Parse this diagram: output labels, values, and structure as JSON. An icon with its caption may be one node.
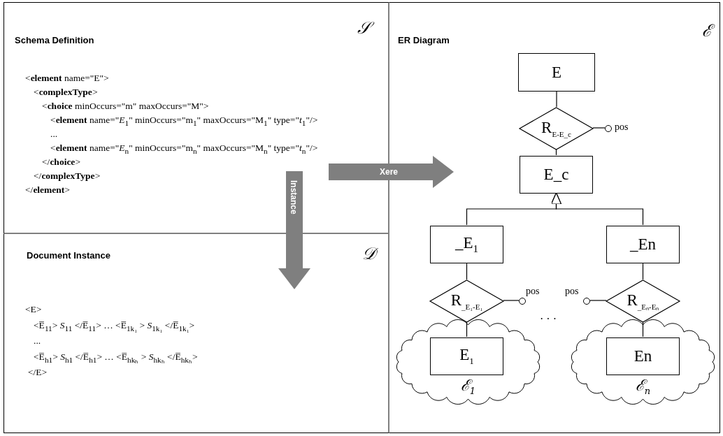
{
  "diagram": {
    "nodes": [
      {
        "text": [
          "Schema Definition",
          "𝒮",
          "<**element** name=\"E\">",
          "<**complexType**>",
          "<**choice** minOccurs=\"m\" maxOccurs=\"M\">",
          "<**element** name=\"*E*$_{1}$\" minOccurs=\"m$_{1}$\" maxOccurs=\"M$_{1}$\" type=\"*t*$_{1}$\"/>",
          "...",
          "<**element** name=\"*E*$_{n}$\" minOccurs=\"m$_{n}$\" maxOccurs=\"M$_{n}$\" type=\"*t*$_{n}$\"/>",
          "</**choice**>",
          "</**complexType**>",
          "</**element**>"
        ]
      },
      {
        "text": [
          "Document Instance",
          "𝒟",
          "<E>",
          "<E̅$_{11}$> *S*$_{11}$ </E̅$_{11}$> … <E̅$_{1k₁}$ > *S*$_{1k₁}$ </E̅$_{1k₁}$>",
          "...",
          "<E̅$_{h1}$> *S*$_{h1}$ </E̅$_{h1}$> … <E̅$_{hkₕ}$ > *S*$_{hkₕ}$ </E̅$_{hkₕ}$>",
          "</E>"
        ]
      },
      {
        "text": [
          "ER Diagram",
          "ℰ"
        ]
      },
      {
        "text": [
          "E"
        ],
        "in": 2
      },
      {
        "text": [
          "R$_{E-E_c}$"
        ],
        "in": 2
      },
      {
        "text": [],
        "shape": "circle",
        "beside": [
          "pos"
        ],
        "in": 2
      },
      {
        "text": [
          "E_c"
        ],
        "in": 2
      },
      {
        "text": [
          "_E$_{1}$"
        ],
        "in": 2
      },
      {
        "text": [
          "R$_{_E₁-E₁}$"
        ],
        "in": 2
      },
      {
        "text": [],
        "shape": "circle",
        "beside": [
          "pos"
        ],
        "in": 2
      },
      {
        "text": [
          "ℰ$_{1}$"
        ],
        "in": 2
      },
      {
        "text": [
          "E$_{1}$"
        ],
        "in": 10
      },
      {
        "text": [
          "_En"
        ],
        "in": 2
      },
      {
        "text": [
          "R$_{_Eₙ-Eₙ}$"
        ],
        "in": 2
      },
      {
        "text": [],
        "shape": "circle",
        "beside": [
          "pos"
        ],
        "in": 2
      },
      {
        "text": [
          "ℰ$_{n}$"
        ],
        "in": 2
      },
      {
        "text": [
          "En"
        ],
        "in": 15
      }
    ],
    "edges": [
      {
        "from": 0,
        "to": 2,
        "arrow": "to",
        "label": "Xere",
        "style": "thick",
        "color": "#7f7f7f"
      },
      {
        "from": 0,
        "to": 1,
        "arrow": "to",
        "label": "Instance",
        "style": "thick",
        "color": "#7f7f7f"
      },
      {
        "from": 3,
        "to": 4,
        "arrow": "none"
      },
      {
        "from": 4,
        "to": 5,
        "arrow": "none"
      },
      {
        "from": 4,
        "to": 6,
        "arrow": "none"
      },
      {
        "from": 7,
        "to": 6,
        "arrow": "to"
      },
      {
        "from": 12,
        "to": 6,
        "arrow": "to"
      },
      {
        "from": 7,
        "to": 8,
        "arrow": "none"
      },
      {
        "from": 8,
        "to": 9,
        "arrow": "none"
      },
      {
        "from": 8,
        "to": 11,
        "arrow": "none"
      },
      {
        "from": 12,
        "to": 13,
        "arrow": "none"
      },
      {
        "from": 13,
        "to": 14,
        "arrow": "none"
      },
      {
        "from": 13,
        "to": 16,
        "arrow": "none"
      }
    ],
    "labels": [
      "· · ·"
    ]
  }
}
